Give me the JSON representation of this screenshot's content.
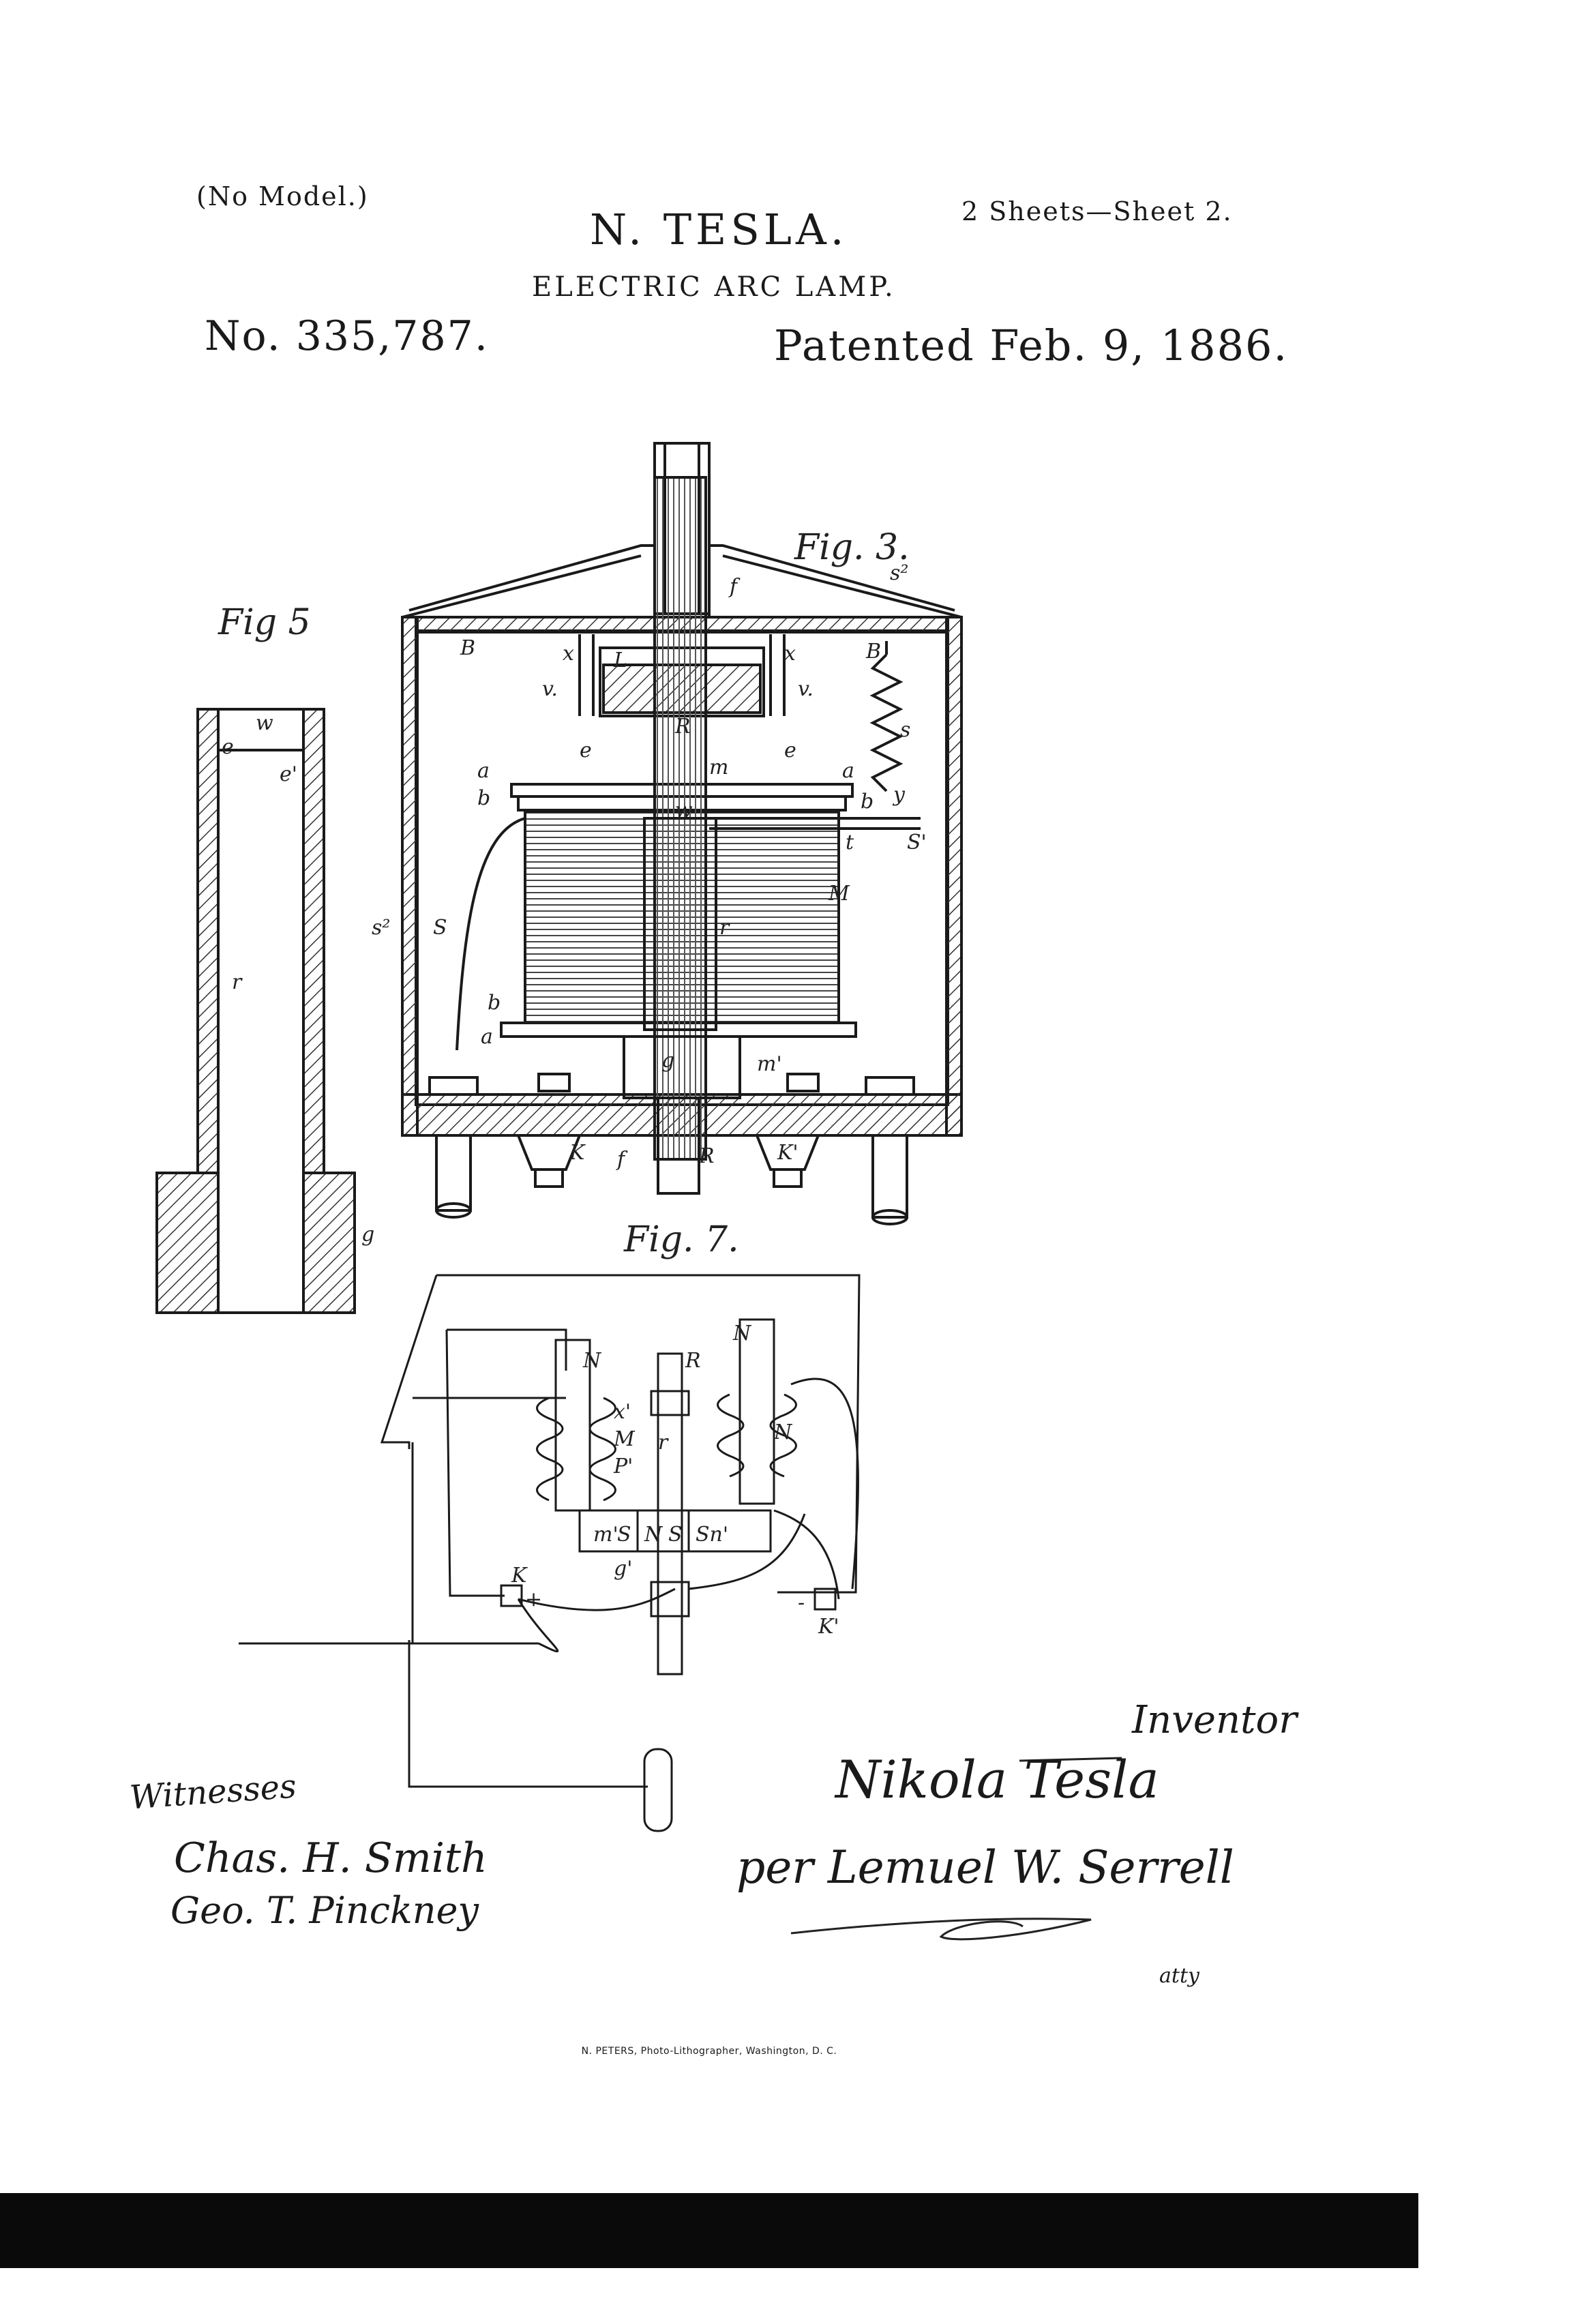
{
  "header": {
    "no_model": "(No Model.)",
    "sheets": "2 Sheets—Sheet 2.",
    "inventor": "N. TESLA.",
    "title": "ELECTRIC ARC LAMP.",
    "patent_number": "No. 335,787.",
    "patent_date": "Patented Feb. 9, 1886."
  },
  "figures": {
    "fig3": "Fig. 3.",
    "fig5": "Fig 5",
    "fig7": "Fig. 7."
  },
  "fig3_labels": {
    "B": "B",
    "B2": "B",
    "x": "x",
    "x2": "x",
    "L": "L",
    "v": "v.",
    "v2": "v.",
    "R": "R",
    "e": "e",
    "e2": "e",
    "m": "m",
    "a": "a",
    "a2": "a",
    "a3": "a",
    "b": "b",
    "b2": "b",
    "b3": "b",
    "w": "w",
    "t": "t",
    "S": "S",
    "M": "M",
    "r": "r",
    "s": "s",
    "s2": "s²",
    "s3": "s²",
    "s1": "S'",
    "g": "g",
    "m1": "m'",
    "K": "K",
    "K1": "K'",
    "f": "f",
    "f2": "f",
    "R2": "R",
    "y": "y"
  },
  "fig5_labels": {
    "w": "w",
    "e": "e",
    "e1": "e'",
    "r": "r",
    "g": "g"
  },
  "fig7_labels": {
    "N": "N",
    "N2": "N",
    "N3": "N",
    "R": "R",
    "x1": "x'",
    "M": "M",
    "p1": "P'",
    "r": "r",
    "m1": "m'",
    "S": "S",
    "N_mid": "N",
    "S_mid": "S",
    "Sn1": "Sn'",
    "g1": "g'",
    "K": "K",
    "K1": "K'",
    "plus": "+",
    "minus": "-"
  },
  "signatures": {
    "witnesses_label": "Witnesses",
    "witness_1": "Chas. H. Smith",
    "witness_2": "Geo. T. Pinckney",
    "inventor_label": "Inventor",
    "inventor_signature": "Nikola Tesla",
    "attorney_signature": "per Lemuel W. Serrell",
    "atty_abbrev": "atty"
  },
  "footer": {
    "lithographer": "N. PETERS, Photo-Lithographer, Washington, D. C."
  }
}
